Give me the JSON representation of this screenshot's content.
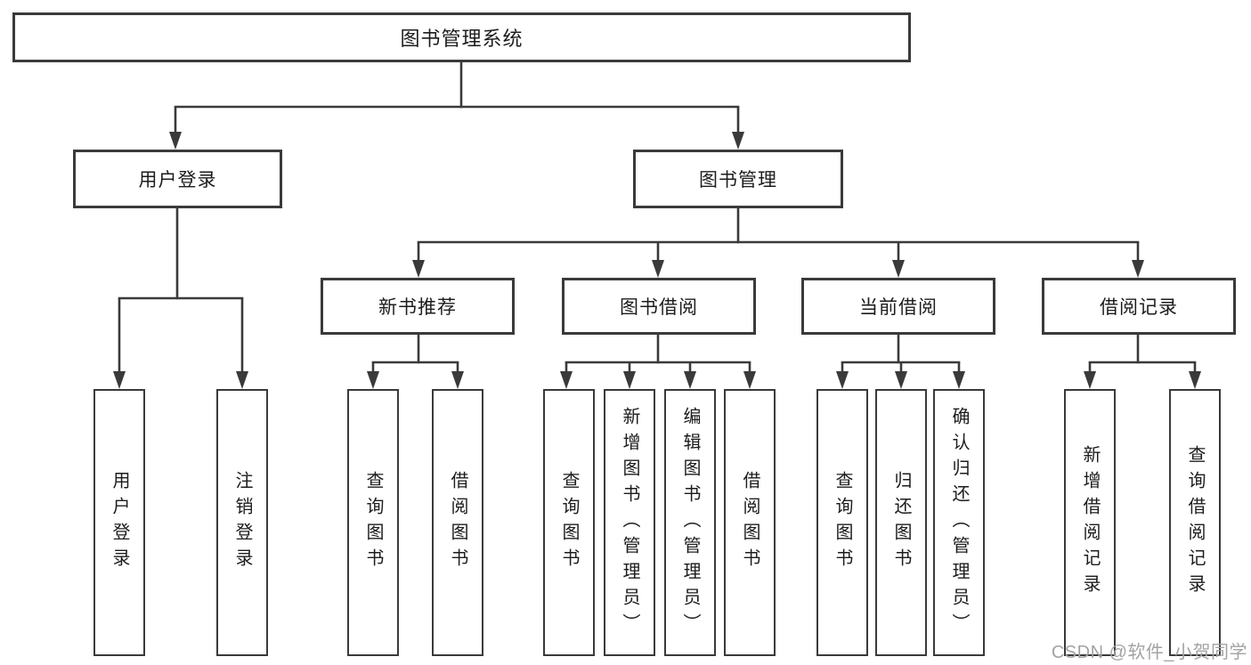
{
  "colors": {
    "line": "#3a3a3a",
    "text": "#1c1c1c",
    "watermark": "#a3a3a3",
    "background": "#ffffff"
  },
  "tree": {
    "root": {
      "label": "图书管理系统",
      "children": [
        {
          "label": "用户登录",
          "children": [
            {
              "label": "用户登录"
            },
            {
              "label": "注销登录"
            }
          ]
        },
        {
          "label": "图书管理",
          "children": [
            {
              "label": "新书推荐",
              "children": [
                {
                  "label": "查询图书"
                },
                {
                  "label": "借阅图书"
                }
              ]
            },
            {
              "label": "图书借阅",
              "children": [
                {
                  "label": "查询图书"
                },
                {
                  "label": "新增图书（管理员）"
                },
                {
                  "label": "编辑图书（管理员）"
                },
                {
                  "label": "借阅图书"
                }
              ]
            },
            {
              "label": "当前借阅",
              "children": [
                {
                  "label": "查询图书"
                },
                {
                  "label": "归还图书"
                },
                {
                  "label": "确认归还（管理员）"
                }
              ]
            },
            {
              "label": "借阅记录",
              "children": [
                {
                  "label": "新增借阅记录"
                },
                {
                  "label": "查询借阅记录"
                }
              ]
            }
          ]
        }
      ]
    }
  },
  "watermark": "CSDN @软件_小贺同学"
}
